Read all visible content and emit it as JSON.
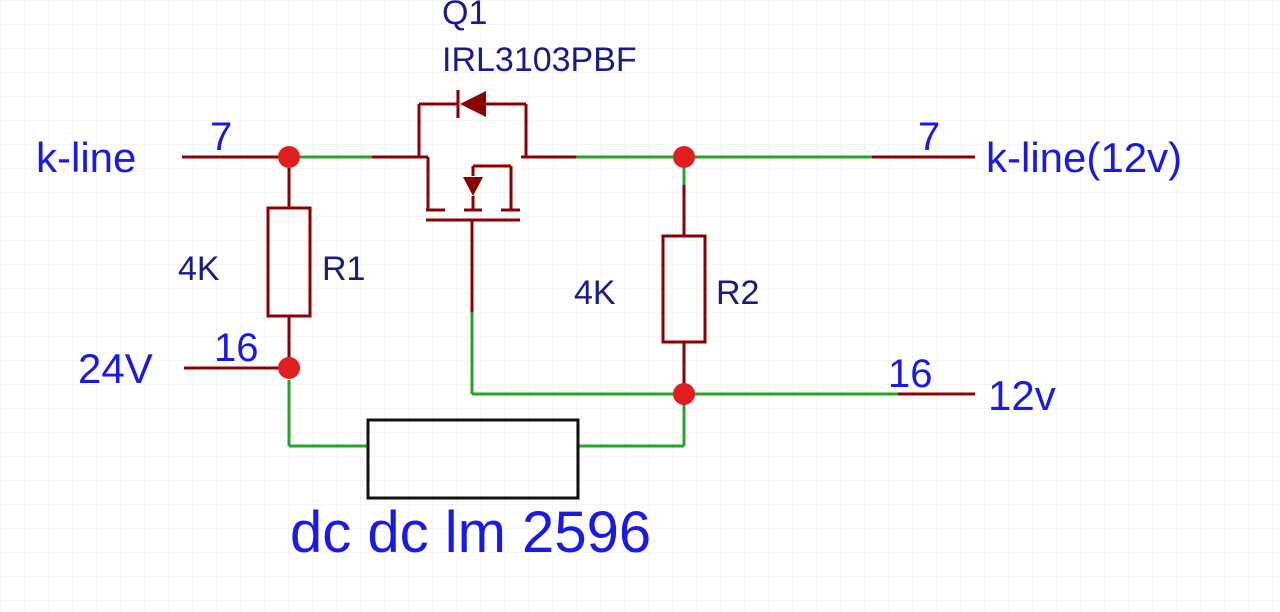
{
  "ports": {
    "kline_in": "k-line",
    "kline_out": "k-line(12v)",
    "v24_in": "24V",
    "v12_out": "12v"
  },
  "pins": {
    "kline_in": "7",
    "kline_out": "7",
    "v24_in": "16",
    "v12_out": "16"
  },
  "q1": {
    "designator": "Q1",
    "part_number": "IRL3103PBF"
  },
  "r1": {
    "designator": "R1",
    "value": "4K"
  },
  "r2": {
    "designator": "R2",
    "value": "4K"
  },
  "converter": {
    "label": "dc dc lm 2596"
  },
  "colors": {
    "wire": "#27a327",
    "component": "#8b0000",
    "junction": "#e01e1e",
    "net_label": "#1a1ae6",
    "part_label": "#1a1a8c",
    "box": "#111111",
    "grid": "#ececec"
  }
}
